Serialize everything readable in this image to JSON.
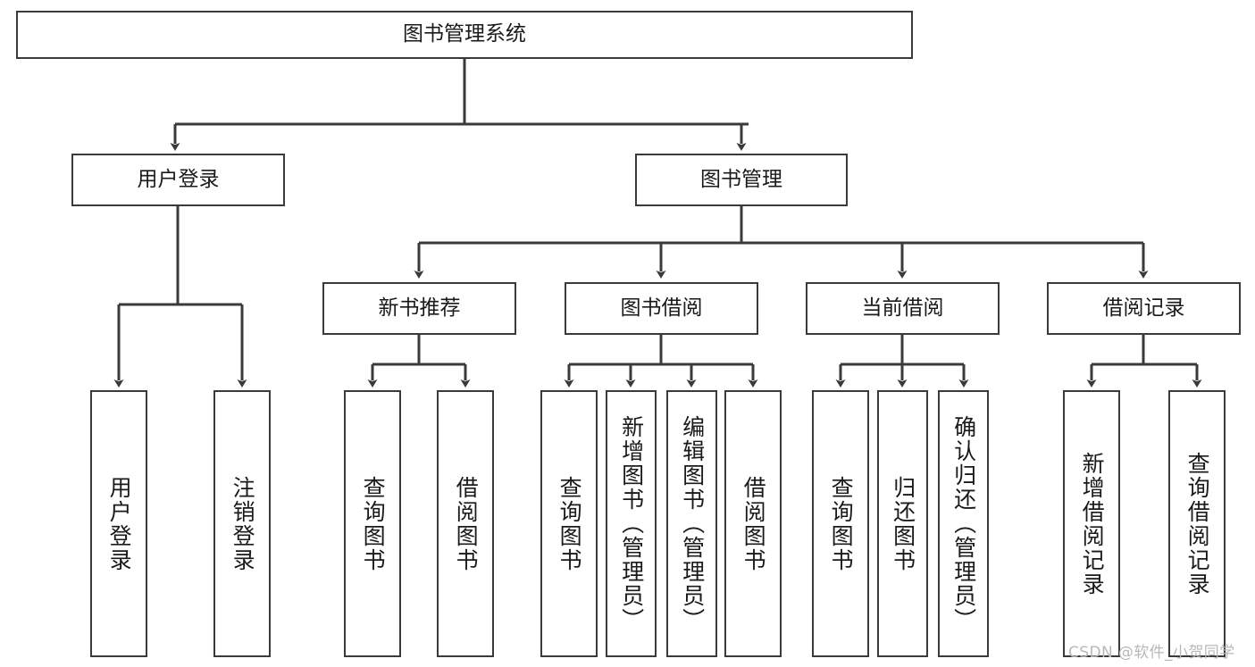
{
  "diagram": {
    "type": "tree-hierarchy-chart",
    "title_node": {
      "label": "图书管理系统",
      "orientation": "horizontal"
    },
    "level2": [
      {
        "label": "用户登录",
        "orientation": "horizontal"
      },
      {
        "label": "图书管理",
        "orientation": "horizontal"
      }
    ],
    "level3": [
      {
        "label": "新书推荐",
        "orientation": "horizontal"
      },
      {
        "label": "图书借阅",
        "orientation": "horizontal"
      },
      {
        "label": "当前借阅",
        "orientation": "horizontal"
      },
      {
        "label": "借阅记录",
        "orientation": "horizontal"
      }
    ],
    "leaves": [
      {
        "label": "用户登录",
        "parent": "用户登录",
        "orientation": "vertical"
      },
      {
        "label": "注销登录",
        "parent": "用户登录",
        "orientation": "vertical"
      },
      {
        "label": "查询图书",
        "parent": "新书推荐",
        "orientation": "vertical"
      },
      {
        "label": "借阅图书",
        "parent": "新书推荐",
        "orientation": "vertical"
      },
      {
        "label": "查询图书",
        "parent": "图书借阅",
        "orientation": "vertical"
      },
      {
        "label": "新增图书（管理员）",
        "parent": "图书借阅",
        "orientation": "vertical"
      },
      {
        "label": "编辑图书（管理员）",
        "parent": "图书借阅",
        "orientation": "vertical"
      },
      {
        "label": "借阅图书",
        "parent": "图书借阅",
        "orientation": "vertical"
      },
      {
        "label": "查询图书",
        "parent": "当前借阅",
        "orientation": "vertical"
      },
      {
        "label": "归还图书",
        "parent": "当前借阅",
        "orientation": "vertical"
      },
      {
        "label": "确认归还（管理员）",
        "parent": "当前借阅",
        "orientation": "vertical"
      },
      {
        "label": "新增借阅记录",
        "parent": "借阅记录",
        "orientation": "vertical"
      },
      {
        "label": "查询借阅记录",
        "parent": "借阅记录",
        "orientation": "vertical"
      }
    ],
    "colors": {
      "stroke": "#3a3a3a",
      "background": "#ffffff",
      "text": "#1a1a1a",
      "watermark": "#b8b8b8"
    }
  },
  "watermark": {
    "text": "CSDN @软件_小贺同学"
  }
}
